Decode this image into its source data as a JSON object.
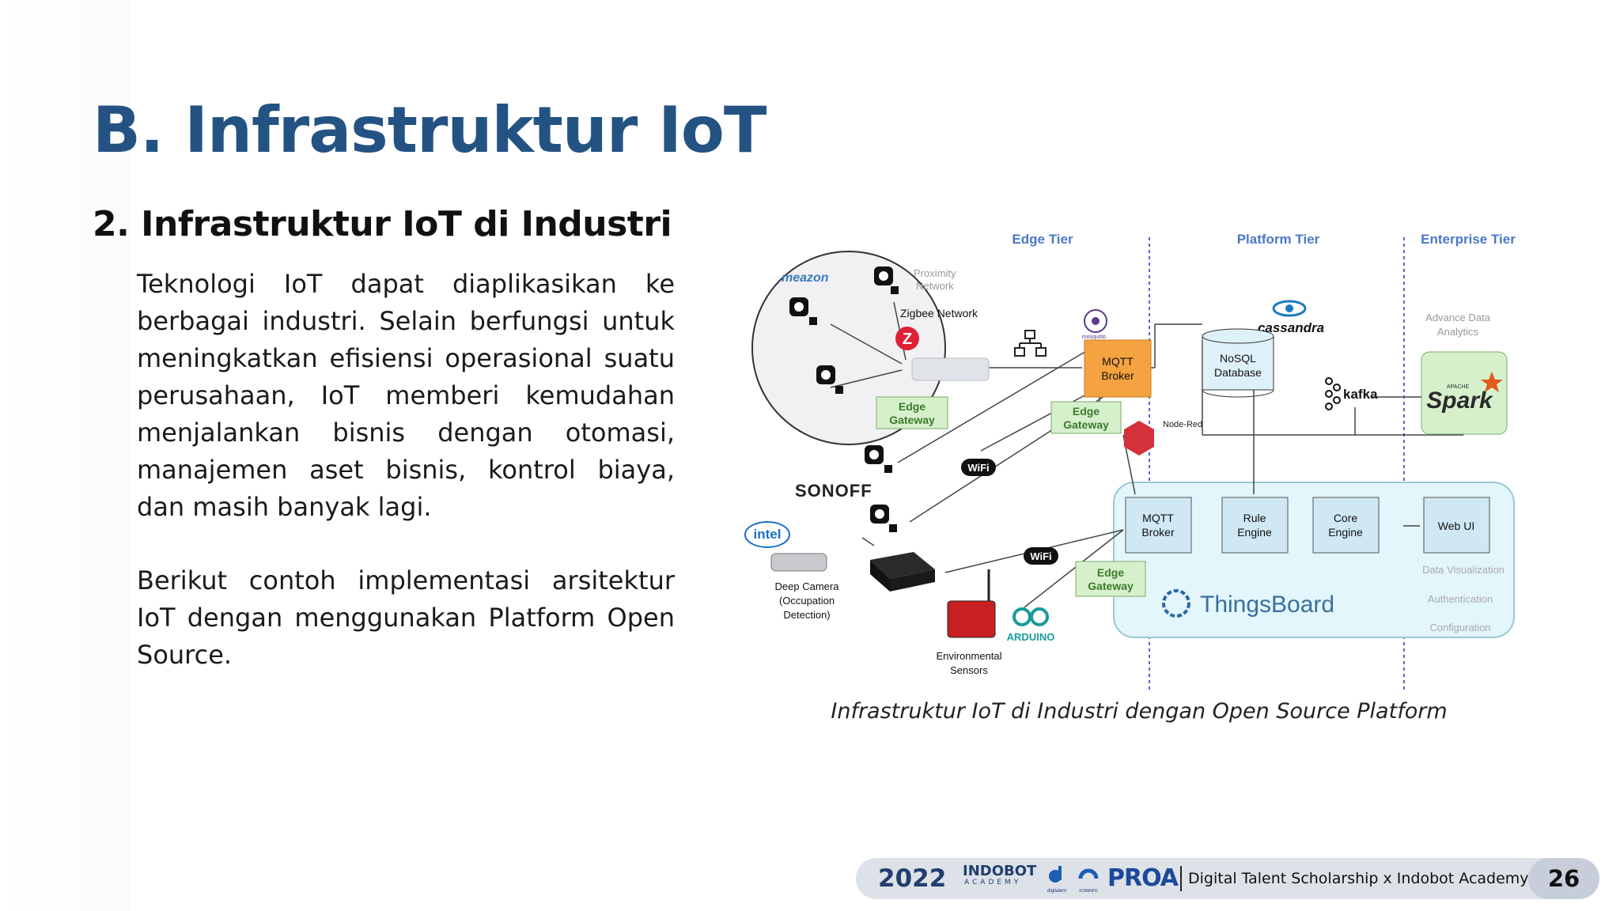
{
  "slide": {
    "title": "B. Infrastruktur IoT",
    "subtitle": "2. Infrastruktur IoT di Industri",
    "paragraph1": "Teknologi IoT dapat diaplikasikan ke berbagai industri. Selain berfungsi untuk meningkatkan efisiensi operasional suatu perusahaan, IoT memberi kemudahan menjalankan bisnis dengan otomasi, manajemen aset bisnis, kontrol biaya, dan masih banyak lagi.",
    "paragraph2": "Berikut contoh implementasi arsitektur IoT dengan menggunakan Platform Open Source.",
    "caption": "Infrastruktur IoT di Industri dengan Open Source Platform"
  },
  "diagram": {
    "tiers": {
      "edge": "Edge Tier",
      "platform": "Platform Tier",
      "enterprise": "Enterprise Tier"
    },
    "meazon": "meazon",
    "proximity": [
      "Proximity",
      "Network"
    ],
    "zigbee": "Zigbee Network",
    "edge_gateway": [
      "Edge",
      "Gateway"
    ],
    "mqtt_broker": [
      "MQTT",
      "Broker"
    ],
    "mosquitto": "mosquitto",
    "cassandra": "cassandra",
    "nosql": [
      "NoSQL",
      "Database"
    ],
    "kafka": "kafka",
    "advance": [
      "Advance Data",
      "Analytics"
    ],
    "spark": "Spark",
    "apache": "APACHE",
    "node_red": "Node-Red",
    "rule_engine": [
      "Rule",
      "Engine"
    ],
    "core_engine": [
      "Core",
      "Engine"
    ],
    "web_ui": "Web UI",
    "data_vis": "Data Visualization",
    "authentication": "Authentication",
    "configuration": "Configuration",
    "thingsboard": "ThingsBoard",
    "sonoff": "SONOFF",
    "wifi": "WiFi",
    "intel": "intel",
    "deep_camera": [
      "Deep Camera",
      "(Occupation",
      "Detection)"
    ],
    "env_sensors": [
      "Environmental",
      "Sensors"
    ],
    "arduino": "ARDUINO"
  },
  "footer": {
    "year": "2022",
    "indobot_top": "INDOBOT",
    "indobot_bottom": "ACADEMY",
    "digitalent": "digitalent",
    "kominfo": "KOMINFO",
    "proa": "PROA",
    "scholarship": "Digital Talent Scholarship x Indobot Academy",
    "page": "26"
  },
  "colors": {
    "title": "#245383",
    "tier_label": "#4a78c8",
    "mqtt_orange": "#f4a340",
    "gateway_green": "#d6f0cc",
    "thingsboard_bg": "#e2f6fb",
    "node_red": "#d4313b"
  }
}
